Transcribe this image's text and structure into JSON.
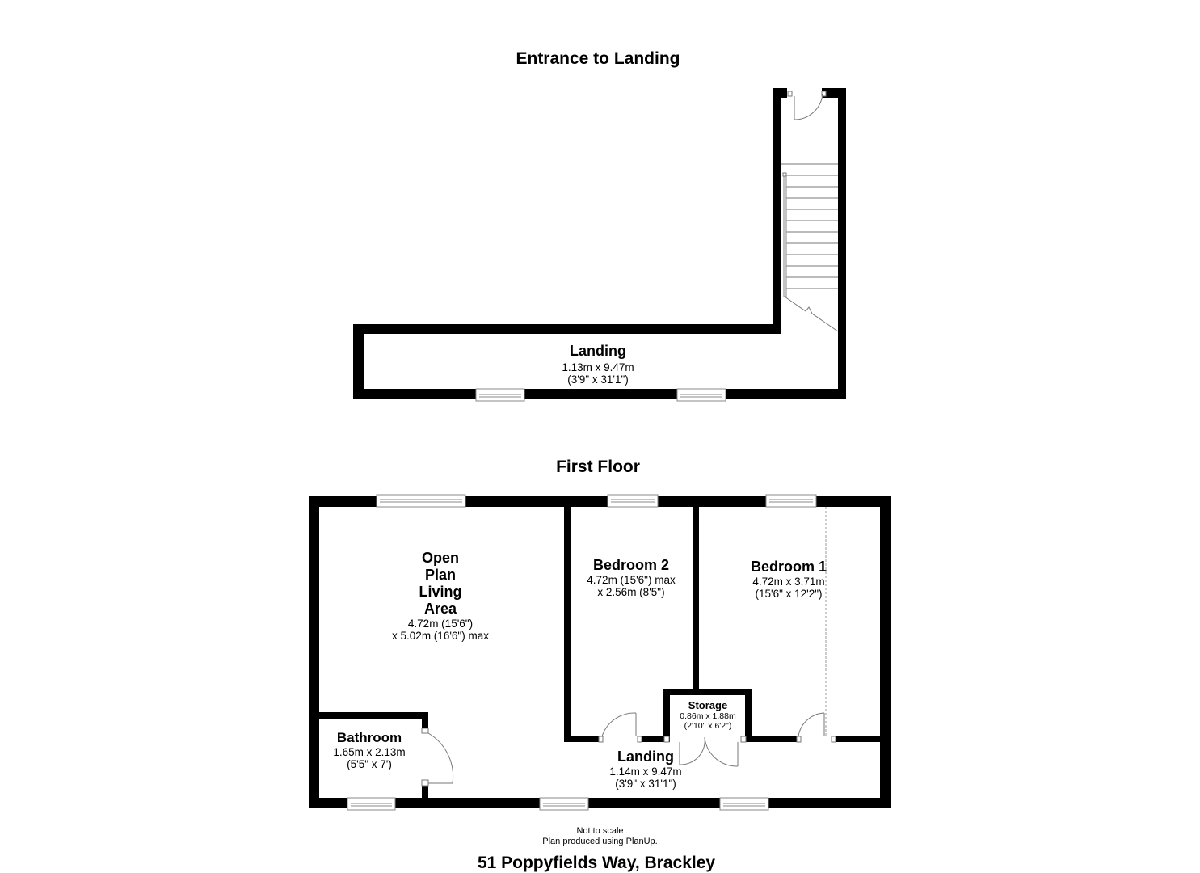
{
  "colors": {
    "wall": "#000000",
    "background": "#ffffff",
    "line": "#555555",
    "stair": "#666666"
  },
  "titles": {
    "entrance": "Entrance to Landing",
    "first_floor": "First Floor"
  },
  "entrance_plan": {
    "rooms": [
      {
        "name": "Landing",
        "dim_metric": "1.13m x 9.47m",
        "dim_imperial": "(3'9\" x 31'1\")"
      }
    ],
    "features": [
      "front-door",
      "staircase",
      "window",
      "window"
    ]
  },
  "first_floor_plan": {
    "rooms": [
      {
        "name_lines": [
          "Open",
          "Plan",
          "Living",
          "Area"
        ],
        "dim_lines": [
          "4.72m (15'6\")",
          "x 5.02m (16'6\") max"
        ]
      },
      {
        "name": "Bedroom 2",
        "dim_lines": [
          "4.72m (15'6\") max",
          "x 2.56m (8'5\")"
        ]
      },
      {
        "name": "Bedroom 1",
        "dim_lines": [
          "4.72m x 3.71m",
          "(15'6\" x 12'2\")"
        ]
      },
      {
        "name": "Storage",
        "dim_lines": [
          "0.86m x 1.88m",
          "(2'10\" x 6'2\")"
        ]
      },
      {
        "name": "Bathroom",
        "dim_lines": [
          "1.65m x 2.13m",
          "(5'5\" x 7')"
        ]
      },
      {
        "name": "Landing",
        "dim_lines": [
          "1.14m x 9.47m",
          "(3'9\" x 31'1\")"
        ]
      }
    ]
  },
  "footer": {
    "note_line1": "Not to scale",
    "note_line2": "Plan produced using PlanUp.",
    "address": "51 Poppyfields Way, Brackley"
  }
}
